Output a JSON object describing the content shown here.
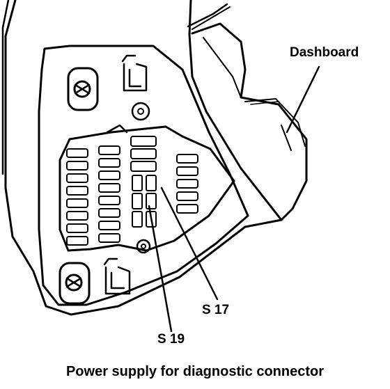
{
  "labels": {
    "dashboard": "Dashboard",
    "s17": "S 17",
    "s19": "S 19"
  },
  "caption": "Power supply for diagnostic connector",
  "colors": {
    "ink": "#000000",
    "paper": "#ffffff"
  }
}
